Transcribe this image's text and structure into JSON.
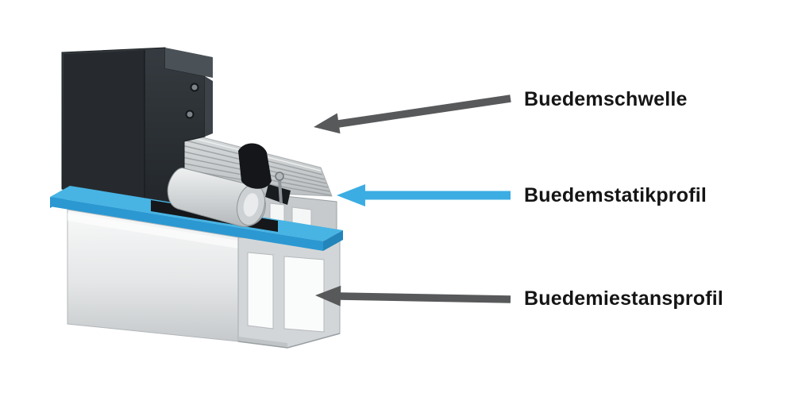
{
  "diagram": {
    "labels": [
      {
        "text": "Buedemschwelle",
        "arrow_color": "#58595B"
      },
      {
        "text": "Buedemstatikprofil",
        "arrow_color": "#3BADE3"
      },
      {
        "text": "Buedemiestansprofil",
        "arrow_color": "#58595B"
      }
    ],
    "colors": {
      "highlight_blue": "#47B4E4",
      "highlight_blue_edge": "#2B98D2",
      "arrow_gray": "#58595B",
      "arrow_blue": "#3BADE3",
      "aluminum_light": "#E8EAEB",
      "aluminum_mid": "#C2C6C8",
      "frame_dark": "#2A2F33",
      "background": "#FFFFFF"
    }
  }
}
